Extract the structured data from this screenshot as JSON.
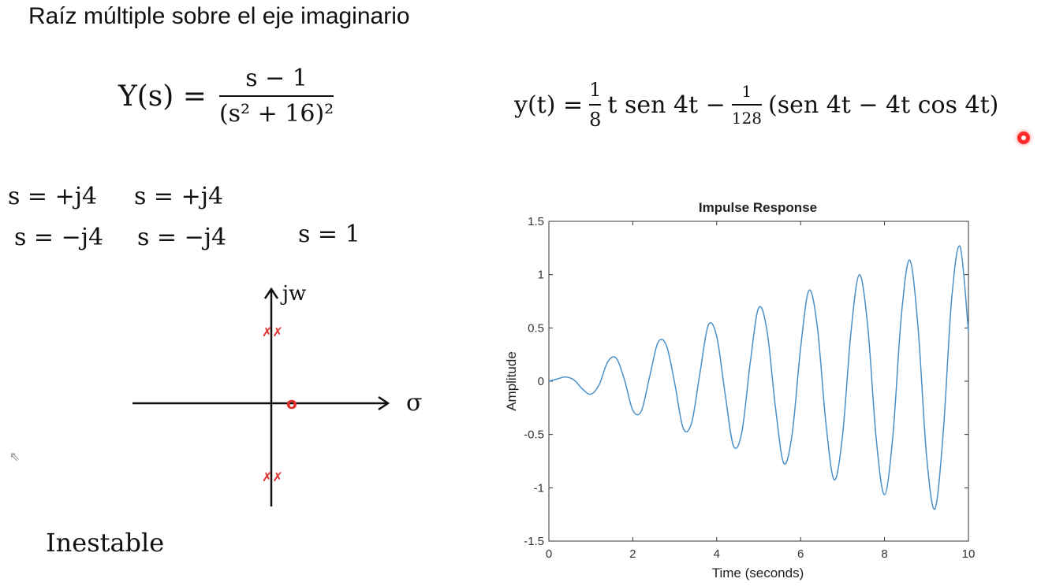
{
  "page": {
    "title": "Raíz múltiple sobre el eje imaginario"
  },
  "equation_left": {
    "lhs": "Y(s) =",
    "numerator": "s − 1",
    "denominator": "(s² + 16)²"
  },
  "equation_right": {
    "lhs": "y(t) =",
    "frac1_num": "1",
    "frac1_den": "8",
    "term1": "t sen 4t  −",
    "frac2_num": "1",
    "frac2_den": "128",
    "term2": "(sen 4t − 4t cos 4t)"
  },
  "roots": [
    "s = +j4",
    "s = +j4",
    "s = −j4",
    "s = −j4",
    "s = 1"
  ],
  "pole_zero_plot": {
    "vertical_axis_label": "jw",
    "horizontal_axis_label": "σ",
    "pole_mark": "✗✗",
    "zero_mark": "o",
    "accent_color": "#e0302a"
  },
  "stability_note": "Inestable",
  "chart_data": {
    "type": "line",
    "title": "Impulse Response",
    "xlabel": "Time (seconds)",
    "ylabel": "Amplitude",
    "xlim": [
      0,
      10
    ],
    "ylim": [
      -1.5,
      1.5
    ],
    "xticks": [
      0,
      2,
      4,
      6,
      8,
      10
    ],
    "yticks": [
      -1.5,
      -1,
      -0.5,
      0,
      0.5,
      1,
      1.5
    ],
    "grid": false,
    "series": [
      {
        "color": "#4a90c8",
        "x": [
          0,
          0.2,
          0.4,
          0.6,
          0.8,
          1.0,
          1.2,
          1.4,
          1.6,
          1.8,
          2.0,
          2.2,
          2.4,
          2.6,
          2.8,
          3.0,
          3.2,
          3.4,
          3.6,
          3.8,
          4.0,
          4.2,
          4.4,
          4.6,
          4.8,
          5.0,
          5.2,
          5.4,
          5.6,
          5.8,
          6.0,
          6.2,
          6.4,
          6.6,
          6.8,
          7.0,
          7.2,
          7.4,
          7.6,
          7.8,
          8.0,
          8.2,
          8.4,
          8.6,
          8.8,
          9.0,
          9.2,
          9.4,
          9.6,
          9.8,
          10.0
        ],
        "y": [
          0,
          0.021,
          0.04,
          0.011,
          -0.073,
          -0.122,
          -0.031,
          0.18,
          0.218,
          0.015,
          -0.272,
          -0.282,
          0.039,
          0.363,
          0.336,
          -0.021,
          -0.44,
          -0.393,
          0.076,
          0.526,
          0.42,
          -0.118,
          -0.607,
          -0.476,
          0.176,
          0.689,
          0.47,
          -0.245,
          -0.771,
          -0.49,
          0.313,
          0.852,
          0.505,
          -0.383,
          -0.925,
          -0.505,
          0.461,
          1.0,
          0.514,
          -0.533,
          -1.065,
          -0.507,
          0.612,
          1.136,
          0.499,
          -0.691,
          -1.198,
          -0.476,
          0.772,
          1.264,
          0.466
        ]
      }
    ]
  }
}
